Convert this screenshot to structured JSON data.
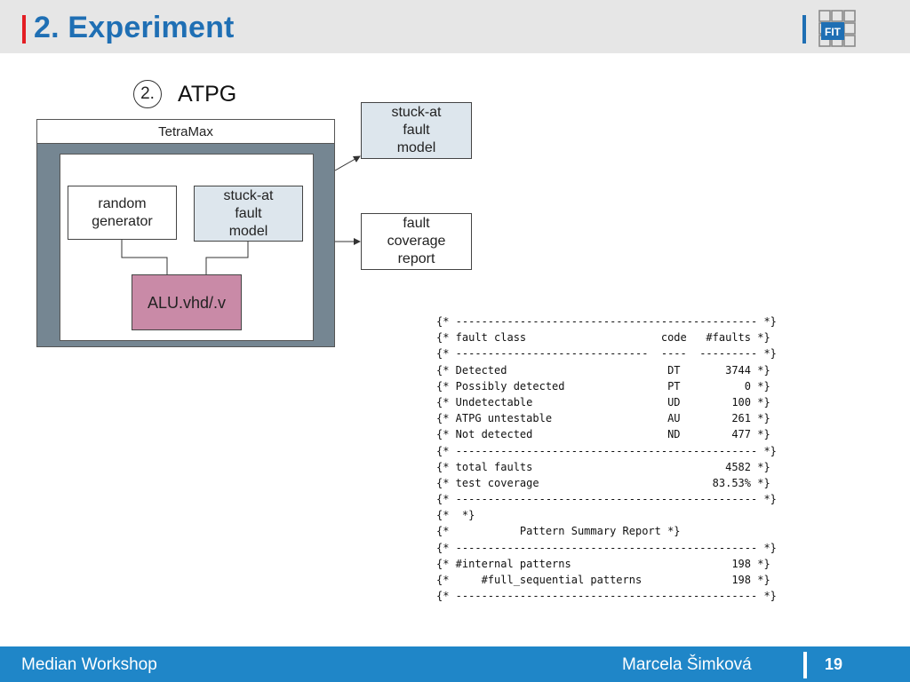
{
  "header": {
    "title": "2. Experiment"
  },
  "logo": {
    "icon": "fit-logo-icon",
    "text": "FIT"
  },
  "diagram": {
    "step_number": "2.",
    "step_title": "ATPG",
    "tool_name": "TetraMax",
    "random_generator": [
      "random",
      "generator"
    ],
    "stuck_at_inner": [
      "stuck-at",
      "fault",
      "model"
    ],
    "alu": "ALU.vhd/.v",
    "stuck_at_output": [
      "stuck-at",
      "fault",
      "model"
    ],
    "coverage_output": [
      "fault",
      "coverage",
      "report"
    ]
  },
  "report_lines": [
    "{* ----------------------------------------------- *}",
    "{* fault class                     code   #faults *}",
    "{* ------------------------------  ----  --------- *}",
    "{* Detected                         DT       3744 *}",
    "{* Possibly detected                PT          0 *}",
    "{* Undetectable                     UD        100 *}",
    "{* ATPG untestable                  AU        261 *}",
    "{* Not detected                     ND        477 *}",
    "{* ----------------------------------------------- *}",
    "{* total faults                              4582 *}",
    "{* test coverage                           83.53% *}",
    "{* ----------------------------------------------- *}",
    "{*  *}",
    "{*           Pattern Summary Report *}",
    "{* ----------------------------------------------- *}",
    "{* #internal patterns                         198 *}",
    "{*     #full_sequential patterns              198 *}",
    "{* ----------------------------------------------- *}"
  ],
  "footer": {
    "event": "Median Workshop",
    "author": "Marcela Šimková",
    "page": "19"
  },
  "colors": {
    "title_blue": "#1f6fb4",
    "accent_red": "#e31e24",
    "footer_blue": "#1f86c8",
    "tool_frame": "#758692",
    "alu_fill": "#c98aa7",
    "model_fill": "#dde6ed"
  }
}
